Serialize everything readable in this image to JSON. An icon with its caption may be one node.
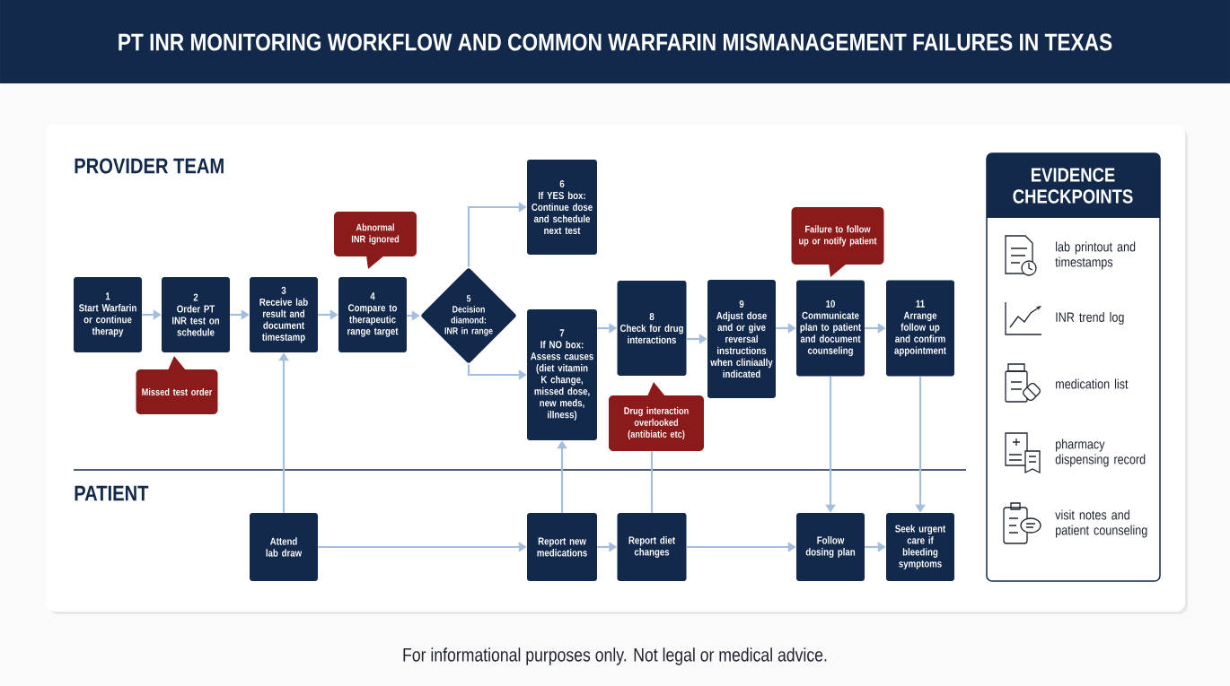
{
  "diagram": {
    "title": "PT INR MONITORING WORKFLOW AND COMMON WARFARIN MISMANAGEMENT FAILURES IN TEXAS",
    "nodes": [
      {
        "text": [
          "1",
          "Start Warfarin or continue therapy"
        ]
      },
      {
        "text": [
          "2",
          "Order PT INR test on schedule"
        ]
      },
      {
        "text": [
          "3",
          "Receive lab result and document timestamp"
        ]
      },
      {
        "text": [
          "4",
          "Compare to therapeutic range target"
        ]
      },
      {
        "text": [
          "5",
          "Decision diamond: INR in range"
        ]
      },
      {
        "text": [
          "6",
          "If YES box: Continue dose and schedule next test"
        ]
      },
      {
        "text": [
          "7",
          "If NO box: Assess causes (diet vitamin K change, missed dose, new meds, illness)"
        ]
      },
      {
        "text": [
          "8",
          "Check for drug interactions"
        ]
      },
      {
        "text": [
          "9",
          "Adjust dose and or give reversal instructions when cliniaally indicated"
        ]
      },
      {
        "text": [
          "10",
          "Communicate plan to patient and document counseling"
        ]
      },
      {
        "text": [
          "11",
          "Arrange follow up and confirm appointment"
        ]
      },
      {
        "text": [
          "Abnormal INR ignored"
        ]
      },
      {
        "text": [
          "Missed test order"
        ]
      },
      {
        "text": [
          "Drug interaction overlooked (antibiatic etc)"
        ]
      },
      {
        "text": [
          "Failure to follow up or notify patient"
        ]
      },
      {
        "text": [
          "Attend lab draw"
        ]
      },
      {
        "text": [
          "Report new medications"
        ]
      },
      {
        "text": [
          "Report diet changes"
        ]
      },
      {
        "text": [
          "Follow dosing plan"
        ]
      },
      {
        "text": [
          "Seek urgent care if bleeding symptoms"
        ]
      },
      {
        "text": [
          "EVIDENCE CHECKPOINTS"
        ]
      }
    ],
    "edges": [
      {
        "from": 0,
        "to": 1,
        "arrow": "to"
      },
      {
        "from": 1,
        "to": 2,
        "arrow": "to"
      },
      {
        "from": 2,
        "to": 3,
        "arrow": "to"
      },
      {
        "from": 3,
        "to": 4,
        "arrow": "to"
      },
      {
        "from": 4,
        "to": 5,
        "arrow": "to"
      },
      {
        "from": 4,
        "to": 6,
        "arrow": "to"
      },
      {
        "from": 6,
        "to": 7,
        "arrow": "to"
      },
      {
        "from": 7,
        "to": 8,
        "arrow": "to"
      },
      {
        "from": 8,
        "to": 9,
        "arrow": "to"
      },
      {
        "from": 9,
        "to": 10,
        "arrow": "to"
      },
      {
        "from": 15,
        "to": 2,
        "arrow": "to"
      },
      {
        "from": 15,
        "to": 16,
        "arrow": "to"
      },
      {
        "from": 16,
        "to": 6,
        "arrow": "to"
      },
      {
        "from": 16,
        "to": 17,
        "arrow": "to"
      },
      {
        "from": 17,
        "to": 13,
        "arrow": "none"
      },
      {
        "from": 17,
        "to": 18,
        "arrow": "to"
      },
      {
        "from": 18,
        "to": 19,
        "arrow": "to"
      },
      {
        "from": 9,
        "to": 18,
        "arrow": "to"
      },
      {
        "from": 10,
        "to": 19,
        "arrow": "to"
      }
    ],
    "labels": [
      "PROVIDER TEAM",
      "PATIENT",
      "lab printout and timestamps",
      "INR trend log",
      "medication list",
      "pharmacy dispensing record",
      "visit notes and patient counseling",
      "For informational purposes only. Not legal or medical advice."
    ]
  }
}
